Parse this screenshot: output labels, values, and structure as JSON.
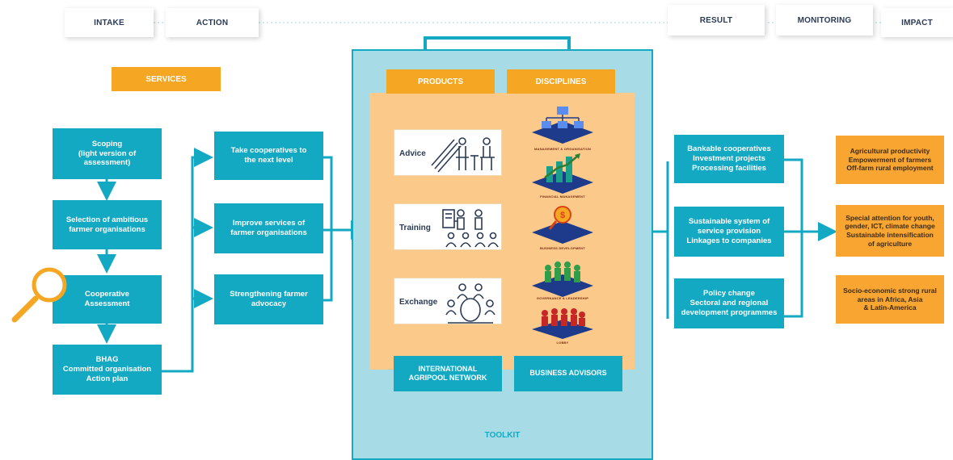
{
  "phases": {
    "intake": "INTAKE",
    "action": "ACTION",
    "result": "RESULT",
    "monitoring": "MONITORING",
    "impact": "IMPACT"
  },
  "services_label": "SERVICES",
  "intake_steps": [
    "Scoping\n(light version of assessment)",
    "Selection of ambitious\nfarmer organisations",
    "Cooperative\nAssessment",
    "BHAG\nCommitted organisation\nAction plan"
  ],
  "action_steps": [
    "Take cooperatives to\nthe next level",
    "Improve services of\nfarmer organisations",
    "Strengthening farmer\nadvocacy"
  ],
  "toolkit": {
    "label": "TOOLKIT",
    "products_header": "PRODUCTS",
    "disciplines_header": "DISCIPLINES",
    "products": [
      "Advice",
      "Training",
      "Exchange"
    ],
    "disciplines": [
      "MANAGEMENT & ORGANISATION",
      "FINANCIAL MANAGEMENT",
      "BUSINESS DEVELOPMENT",
      "GOVERNANCE & LEADERSHIP",
      "LOBBY"
    ],
    "network": "INTERNATIONAL\nAGRIPOOL NETWORK",
    "advisors": "BUSINESS ADVISORS"
  },
  "results": [
    "Bankable cooperatives\nInvestment projects\nProcessing facilities",
    "Sustainable system of\nservice provision\nLinkages to companies",
    "Policy change\nSectoral and regional\ndevelopment programmes"
  ],
  "impacts": [
    "Agricultural productivity\nEmpowerment of farmers\nOff-farm rural employment",
    "Special attention for youth,\ngender, ICT, climate change\nSustainable intensification\nof agriculture",
    "Socio-economic strong rural\nareas in Africa, Asia\n& Latin-America"
  ],
  "colors": {
    "teal": "#14a9c3",
    "orange": "#f5a623",
    "toolkit_bg": "#a7dce6",
    "inner_bg": "#fbc98a"
  }
}
